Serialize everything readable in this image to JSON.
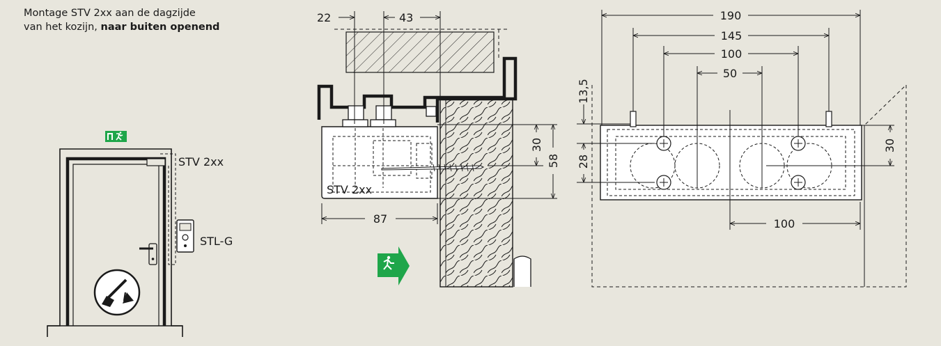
{
  "caption": {
    "line1": "Montage STV 2xx aan de dagzijde",
    "line2_prefix": "van het kozijn,",
    "line2_bold": "naar buiten openend"
  },
  "door_view": {
    "label_stv": "STV 2xx",
    "label_stl": "STL-G"
  },
  "section_view": {
    "dim_22": "22",
    "dim_43": "43",
    "dim_30": "30",
    "dim_58": "58",
    "dim_87": "87",
    "body_label": "STV 2xx"
  },
  "front_view": {
    "dim_190": "190",
    "dim_145": "145",
    "dim_100_top": "100",
    "dim_50": "50",
    "dim_13_5": "13,5",
    "dim_28": "28",
    "dim_30": "30",
    "dim_100_bottom": "100"
  },
  "colors": {
    "background": "#e8e6dd",
    "exit_green": "#1fa64a",
    "line": "#1a1a1a"
  },
  "icons": [
    "exit-sign-icon",
    "exit-arrow-icon",
    "door-closer-symbol-icon"
  ]
}
